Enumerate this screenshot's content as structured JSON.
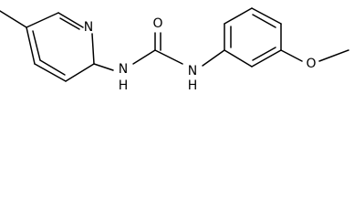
{
  "atoms": {
    "pyridine_n": "N",
    "amide_n_left": "N",
    "amide_h_left": "H",
    "carbonyl_o": "O",
    "amide_n_right": "N",
    "amide_h_right": "H",
    "ether_o": "O"
  }
}
